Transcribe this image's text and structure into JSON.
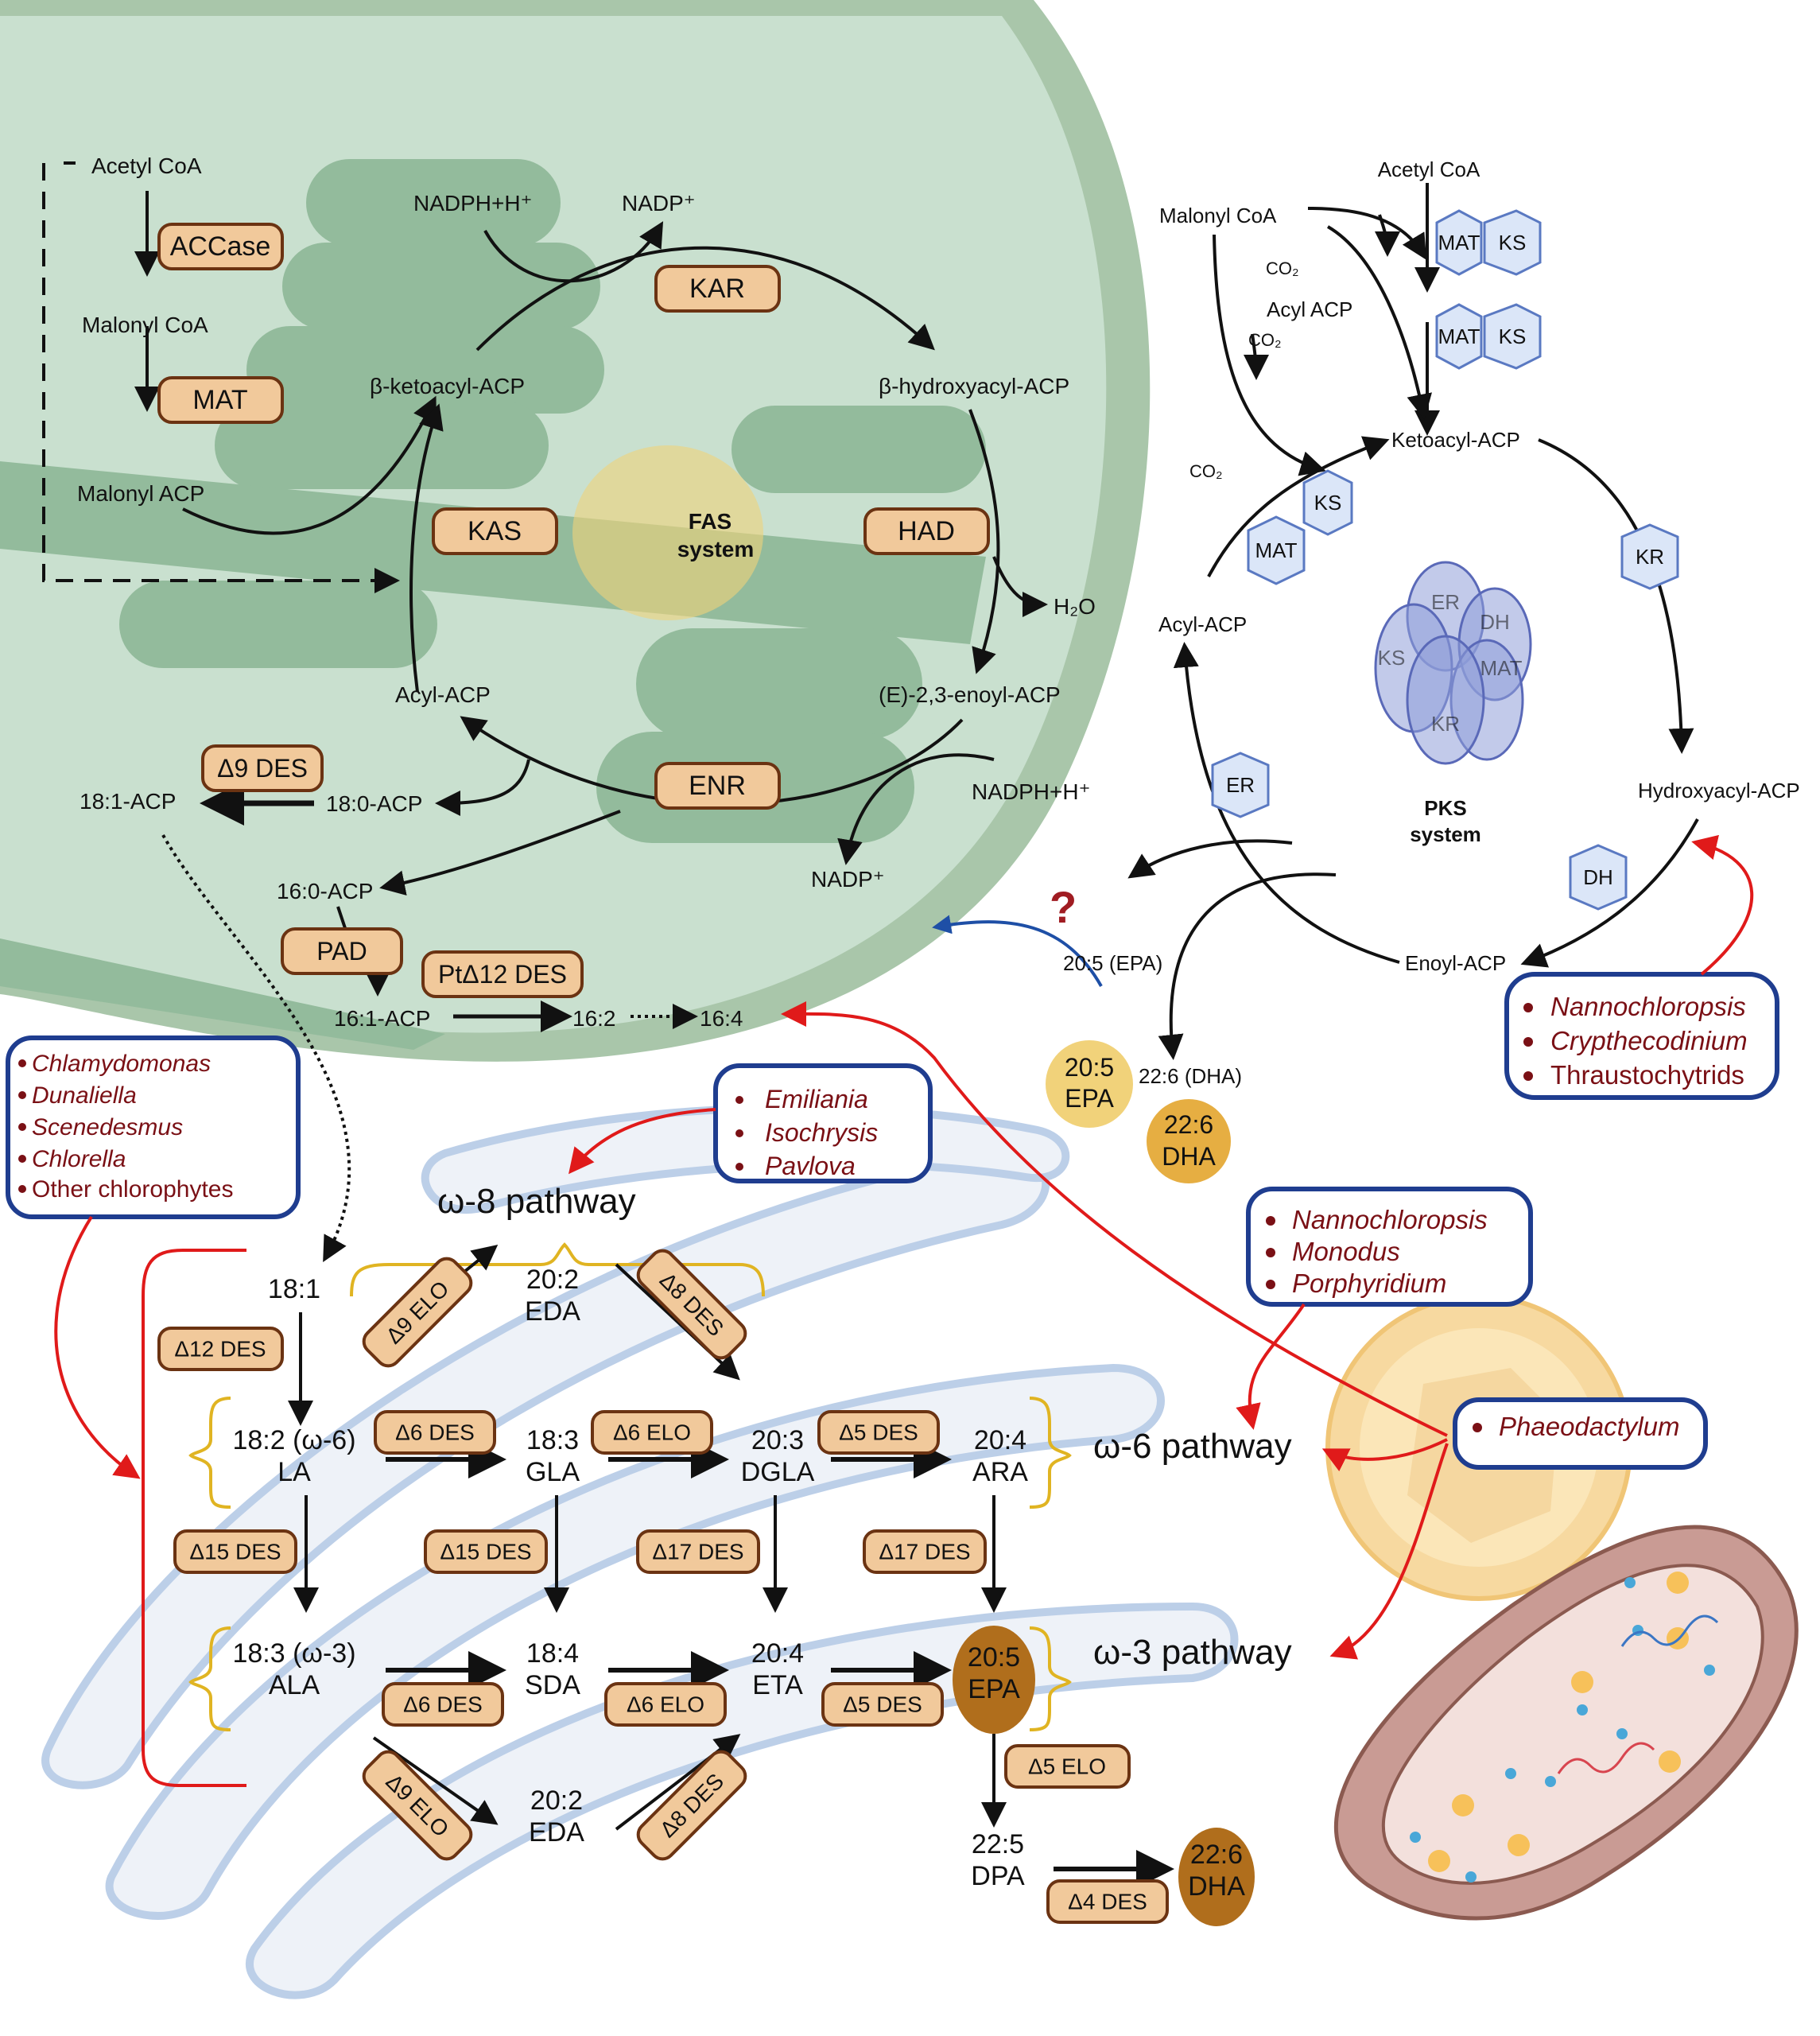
{
  "fas": {
    "acetyl_coa": "Acetyl CoA",
    "malonyl_coa": "Malonyl CoA",
    "malonyl_acp": "Malonyl ACP",
    "accase": "ACCase",
    "mat": "MAT",
    "kas": "KAS",
    "kar": "KAR",
    "had": "HAD",
    "enr": "ENR",
    "ketoacyl": "β-ketoacyl-ACP",
    "hydroxyacyl": "β-hydroxyacyl-ACP",
    "enoyl": "(E)-2,3-enoyl-ACP",
    "acyl": "Acyl-ACP",
    "nadph1": "NADPH+H⁺",
    "nadp1": "NADP⁺",
    "nadph2": "NADPH+H⁺",
    "nadp2": "NADP⁺",
    "h2o": "H₂O",
    "system_line1": "FAS",
    "system_line2": "system",
    "d9des": "Δ9 DES",
    "c181acp": "18:1-ACP",
    "c180acp": "18:0-ACP",
    "c160acp": "16:0-ACP",
    "pad": "PAD",
    "ptd12": "PtΔ12 DES",
    "c161acp": "16:1-ACP",
    "c162": "16:2",
    "c164": "16:4"
  },
  "pks": {
    "acetyl_coa": "Acetyl CoA",
    "malonyl_coa": "Malonyl CoA",
    "co2": "CO₂",
    "acyl_acp_top": "Acyl ACP",
    "ketoacyl": "Ketoacyl-ACP",
    "acyl": "Acyl-ACP",
    "hydroxyacyl": "Hydroxyacyl-ACP",
    "enoyl": "Enoyl-ACP",
    "epa": "20:5 (EPA)",
    "dha": "22:6 (DHA)",
    "system_line1": "PKS",
    "system_line2": "system",
    "hex_mat": "MAT",
    "hex_ks": "KS",
    "hex_kr": "KR",
    "hex_er": "ER",
    "hex_dh": "DH",
    "complex": [
      "ER",
      "DH",
      "KS",
      "MAT",
      "KR"
    ],
    "question": "?"
  },
  "products": {
    "epa_top": [
      "20:5",
      "EPA"
    ],
    "dha_top": [
      "22:6",
      "DHA"
    ]
  },
  "species": {
    "chlorophytes": [
      "Chlamydomonas",
      "Dunaliella",
      "Scenedesmus",
      "Chlorella",
      "Other chlorophytes"
    ],
    "haptophytes": [
      "Emiliania",
      "Isochrysis",
      "Pavlova"
    ],
    "pks_species": [
      "Nannochloropsis",
      "Crypthecodinium",
      "Thraustochytrids"
    ],
    "w6_species": [
      "Nannochloropsis",
      "Monodus",
      "Porphyridium"
    ],
    "diatom": [
      "Phaeodactylum"
    ]
  },
  "pathways": {
    "w8": "ω-8 pathway",
    "w6": "ω-6 pathway",
    "w3": "ω-3 pathway"
  },
  "er": {
    "c181": "18:1",
    "eda_top": [
      "20:2",
      "EDA"
    ],
    "la": [
      "18:2 (ω-6)",
      "LA"
    ],
    "gla": [
      "18:3",
      "GLA"
    ],
    "dgla": [
      "20:3",
      "DGLA"
    ],
    "ara": [
      "20:4",
      "ARA"
    ],
    "ala": [
      "18:3 (ω-3)",
      "ALA"
    ],
    "sda": [
      "18:4",
      "SDA"
    ],
    "eta": [
      "20:4",
      "ETA"
    ],
    "epa": [
      "20:5",
      "EPA"
    ],
    "eda_bot": [
      "20:2",
      "EDA"
    ],
    "dpa": [
      "22:5",
      "DPA"
    ],
    "dha": [
      "22:6",
      "DHA"
    ],
    "enz": {
      "d12": "Δ12 DES",
      "d9elo_top": "Δ9 ELO",
      "d8des_top": "Δ8 DES",
      "d6des_top": "Δ6 DES",
      "d6elo_top": "Δ6 ELO",
      "d5des_top": "Δ5 DES",
      "d15a": "Δ15 DES",
      "d15b": "Δ15 DES",
      "d17a": "Δ17 DES",
      "d17b": "Δ17 DES",
      "d6des_bot": "Δ6 DES",
      "d6elo_bot": "Δ6 ELO",
      "d5des_bot": "Δ5 DES",
      "d9elo_bot": "Δ9 ELO",
      "d8des_bot": "Δ8 DES",
      "d5elo": "Δ5 ELO",
      "d4des": "Δ4 DES"
    }
  }
}
